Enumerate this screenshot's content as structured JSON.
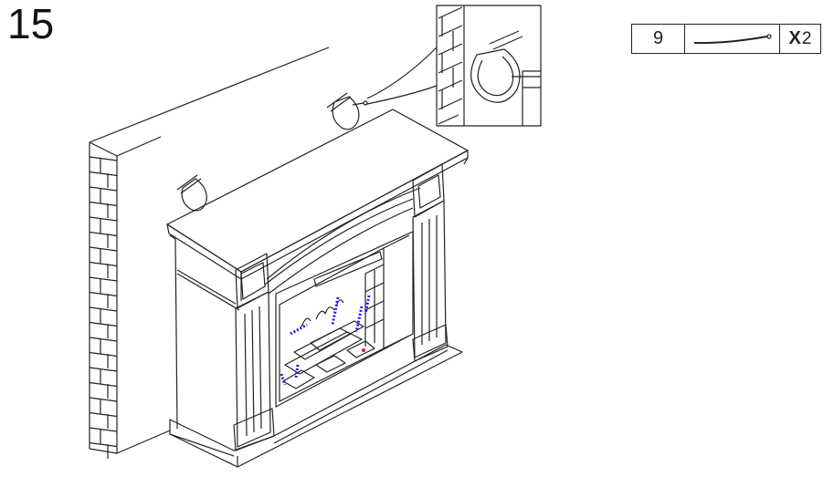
{
  "step": {
    "number": "15"
  },
  "parts": [
    {
      "number": "9",
      "icon": "strap-icon",
      "qty_prefix": "X",
      "qty": "2"
    }
  ],
  "colors": {
    "line": "#222222",
    "flame_accent": "#1a1aff",
    "ember_red": "#d42020"
  }
}
